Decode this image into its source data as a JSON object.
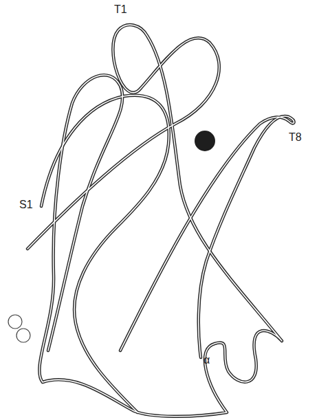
{
  "diagram": {
    "labels": [
      "T1",
      "S1",
      "T8",
      "α"
    ]
  }
}
